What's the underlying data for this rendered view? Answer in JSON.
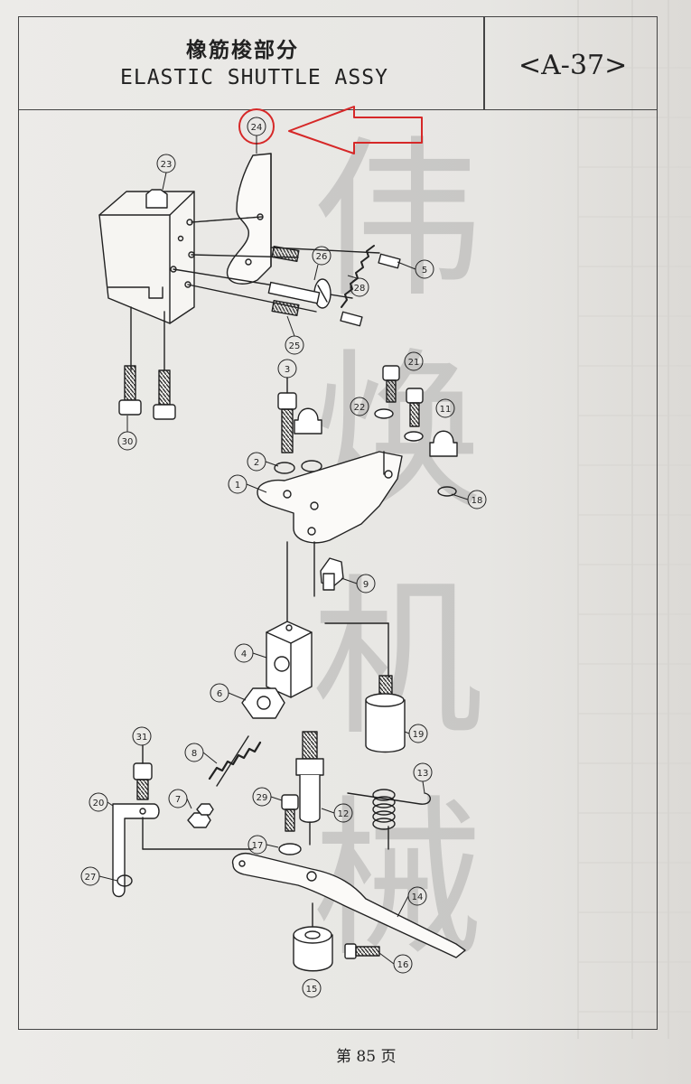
{
  "header": {
    "title_cn": "橡筋梭部分",
    "title_en": "ELASTIC SHUTTLE ASSY",
    "code": "<A-37>"
  },
  "footer": {
    "page": "第 85 页"
  },
  "watermark": [
    "伟",
    "焕",
    "机",
    "械"
  ],
  "highlight": {
    "part": "24",
    "color": "#d62828"
  },
  "parts": [
    {
      "id": "p24",
      "label": "24"
    },
    {
      "id": "p23",
      "label": "23"
    },
    {
      "id": "p26",
      "label": "26"
    },
    {
      "id": "p5",
      "label": "5"
    },
    {
      "id": "p28",
      "label": "28"
    },
    {
      "id": "p25",
      "label": "25"
    },
    {
      "id": "p30",
      "label": "30"
    },
    {
      "id": "p3",
      "label": "3"
    },
    {
      "id": "p21",
      "label": "21"
    },
    {
      "id": "p22",
      "label": "22"
    },
    {
      "id": "p11",
      "label": "11"
    },
    {
      "id": "p2",
      "label": "2"
    },
    {
      "id": "p1",
      "label": "1"
    },
    {
      "id": "p18",
      "label": "18"
    },
    {
      "id": "p9",
      "label": "9"
    },
    {
      "id": "p4",
      "label": "4"
    },
    {
      "id": "p6",
      "label": "6"
    },
    {
      "id": "p19",
      "label": "19"
    },
    {
      "id": "p31",
      "label": "31"
    },
    {
      "id": "p8",
      "label": "8"
    },
    {
      "id": "p13",
      "label": "13"
    },
    {
      "id": "p20",
      "label": "20"
    },
    {
      "id": "p7",
      "label": "7"
    },
    {
      "id": "p29",
      "label": "29"
    },
    {
      "id": "p12",
      "label": "12"
    },
    {
      "id": "p17",
      "label": "17"
    },
    {
      "id": "p27",
      "label": "27"
    },
    {
      "id": "p14",
      "label": "14"
    },
    {
      "id": "p16",
      "label": "16"
    },
    {
      "id": "p15",
      "label": "15"
    }
  ]
}
